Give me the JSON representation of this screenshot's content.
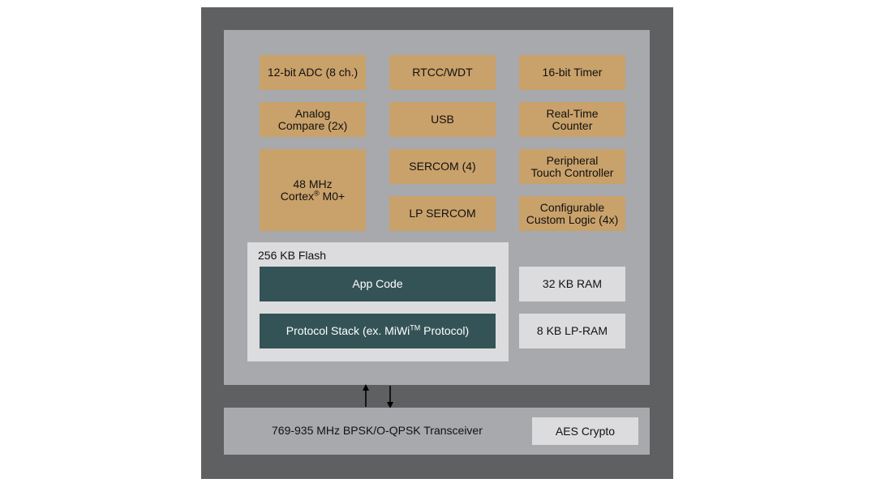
{
  "blocks": {
    "adc": "12-bit ADC (8 ch.)",
    "rtcc_wdt": "RTCC/WDT",
    "timer": "16-bit Timer",
    "analog_compare_1": "Analog",
    "analog_compare_2": "Compare (2x)",
    "usb": "USB",
    "rtc_1": "Real-Time",
    "rtc_2": "Counter",
    "cpu_1": "48 MHz",
    "cpu_2a": "Cortex",
    "cpu_sup": "®",
    "cpu_2b": " M0+",
    "sercom": "SERCOM (4)",
    "ptc_1": "Peripheral",
    "ptc_2": "Touch Controller",
    "lp_sercom": "LP SERCOM",
    "ccl_1": "Configurable",
    "ccl_2": "Custom Logic (4x)",
    "flash": "256 KB Flash",
    "app_code": "App Code",
    "protocol_a": "Protocol Stack (ex. MiWi",
    "protocol_sup": "TM",
    "protocol_b": " Protocol)",
    "ram": "32 KB RAM",
    "lp_ram": "8 KB LP-RAM",
    "transceiver": "769-935 MHz BPSK/O-QPSK Transceiver",
    "aes": "AES Crypto"
  },
  "colors": {
    "outer": "#5f6062",
    "mcu": "#a7a9ac",
    "peripheral": "#c9a16a",
    "memory": "#dcdcde",
    "flash_section": "#345356"
  }
}
